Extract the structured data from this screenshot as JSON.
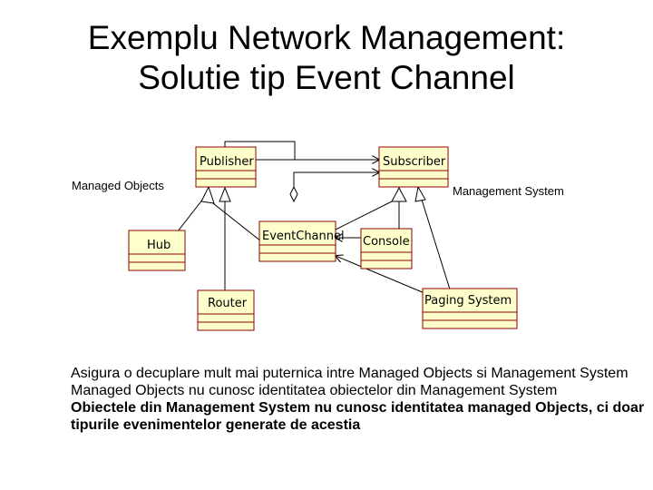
{
  "slide": {
    "title_line1": "Exemplu Network Management:",
    "title_line2": "Solutie tip Event Channel"
  },
  "diagram": {
    "classes": {
      "publisher": "Publisher",
      "subscriber": "Subscriber",
      "event_channel": "EventChannel",
      "hub": "Hub",
      "router": "Router",
      "console": "Console",
      "paging_system": "Paging System"
    },
    "packages": {
      "managed_objects": "Managed Objects",
      "management_system": "Management System"
    }
  },
  "notes": {
    "line1": "Asigura o decuplare mult mai puternica intre Managed Objects si  Management System",
    "line2": "Managed Objects nu cunosc identitatea obiectelor din Management System",
    "line3": "Obiectele din Management System nu cunosc identitatea managed Objects, ci doar tipurile evenimentelor generate de acestia"
  },
  "colors": {
    "class_fill": "#ffffcc",
    "class_border": "#8b0000",
    "line": "#000000",
    "background": "#ffffff"
  }
}
